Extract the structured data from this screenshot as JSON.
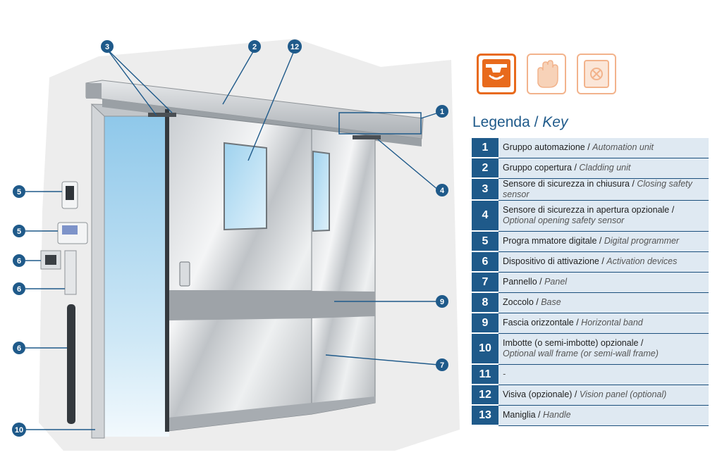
{
  "icons": [
    {
      "name": "presence-sensor-icon",
      "color": "#e86a1c",
      "filled": true
    },
    {
      "name": "hand-touch-icon",
      "color": "#f2b38c",
      "filled": false
    },
    {
      "name": "safe-lock-icon",
      "color": "#f2b38c",
      "filled": false
    }
  ],
  "legend": {
    "title_it": "Legenda / ",
    "title_en": "Key",
    "rows": [
      {
        "num": "1",
        "it": "Gruppo automazione / ",
        "en": "Automation unit"
      },
      {
        "num": "2",
        "it": "Gruppo copertura / ",
        "en": "Cladding unit"
      },
      {
        "num": "3",
        "it": "Sensore di sicurezza in chiusura / ",
        "en": "Closing safety sensor"
      },
      {
        "num": "4",
        "it": "Sensore di sicurezza in apertura opzionale / ",
        "en": "Optional opening safety sensor"
      },
      {
        "num": "5",
        "it": "Progra mmatore digitale / ",
        "en": "Digital programmer"
      },
      {
        "num": "6",
        "it": "Dispositivo di attivazione / ",
        "en": "Activation devices"
      },
      {
        "num": "7",
        "it": "Pannello / ",
        "en": "Panel"
      },
      {
        "num": "8",
        "it": "Zoccolo / ",
        "en": "Base"
      },
      {
        "num": "9",
        "it": "Fascia orizzontale / ",
        "en": "Horizontal band"
      },
      {
        "num": "10",
        "it": "Imbotte (o semi-imbotte) opzionale / ",
        "en": "Optional wall frame (or semi-wall frame)"
      },
      {
        "num": "11",
        "it": "",
        "en": "-"
      },
      {
        "num": "12",
        "it": "Visiva (opzionale) / ",
        "en": "Vision panel (optional)"
      },
      {
        "num": "13",
        "it": "Maniglia / ",
        "en": "Handle"
      }
    ]
  },
  "callouts": {
    "c1": "1",
    "c2": "2",
    "c3": "3",
    "c4": "4",
    "c5a": "5",
    "c5b": "5",
    "c6a": "6",
    "c6b": "6",
    "c6c": "6",
    "c7": "7",
    "c9": "9",
    "c10": "10",
    "c12": "12"
  },
  "colors": {
    "accent": "#1f5a8a",
    "orange": "#e86a1c",
    "row_bg": "#dfe9f2"
  }
}
